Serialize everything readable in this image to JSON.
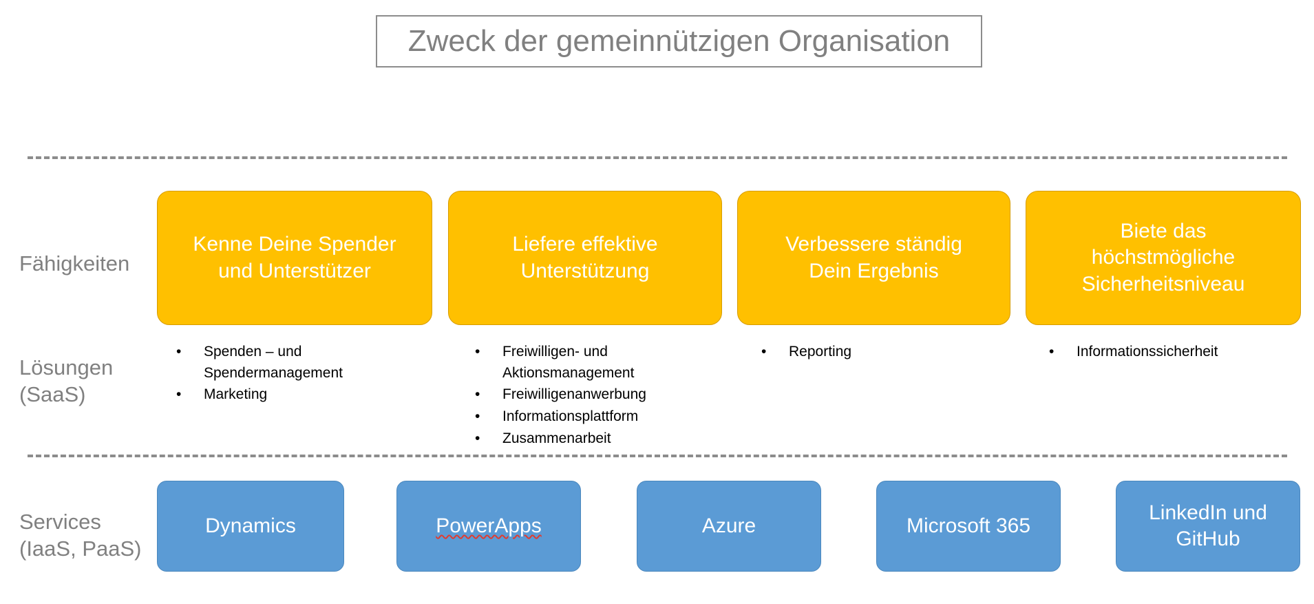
{
  "title": {
    "text": "Zweck der gemeinnützigen Organisation"
  },
  "colors": {
    "capability_fill": "#FFC000",
    "service_fill": "#5B9BD5",
    "label_text": "#808080",
    "divider": "#8c8c8c",
    "spellcheck_underline": "#e03b2f"
  },
  "rows": {
    "capabilities": {
      "label": "Fähigkeiten"
    },
    "solutions": {
      "label_line1": "Lösungen",
      "label_line2": "(SaaS)"
    },
    "services": {
      "label_line1": "Services",
      "label_line2": "(IaaS, PaaS)"
    }
  },
  "capabilities": [
    {
      "line1": "Kenne Deine Spender",
      "line2": "und Unterstützer"
    },
    {
      "line1": "Liefere effektive",
      "line2": "Unterstützung"
    },
    {
      "line1": "Verbessere ständig",
      "line2": "Dein Ergebnis"
    },
    {
      "line1": "Biete das",
      "line2": "höchstmögliche",
      "line3": "Sicherheitsniveau"
    }
  ],
  "solutions": [
    {
      "items": [
        "Spenden – und Spendermanagement",
        "Marketing"
      ]
    },
    {
      "items": [
        "Freiwilligen- und Aktionsmanagement",
        "Freiwilligenanwerbung",
        "Informationsplattform",
        "Zusammenarbeit"
      ]
    },
    {
      "items": [
        "Reporting"
      ]
    },
    {
      "items": [
        "Informationssicherheit"
      ]
    }
  ],
  "services": [
    {
      "line1": "Dynamics",
      "line2": "",
      "spellcheck": false
    },
    {
      "line1": "PowerApps",
      "line2": "",
      "spellcheck": true
    },
    {
      "line1": "Azure",
      "line2": "",
      "spellcheck": false
    },
    {
      "line1": "Microsoft 365",
      "line2": "",
      "spellcheck": false
    },
    {
      "line1": "LinkedIn und",
      "line2": "GitHub",
      "spellcheck": false
    }
  ],
  "bullet_glyph": "•"
}
